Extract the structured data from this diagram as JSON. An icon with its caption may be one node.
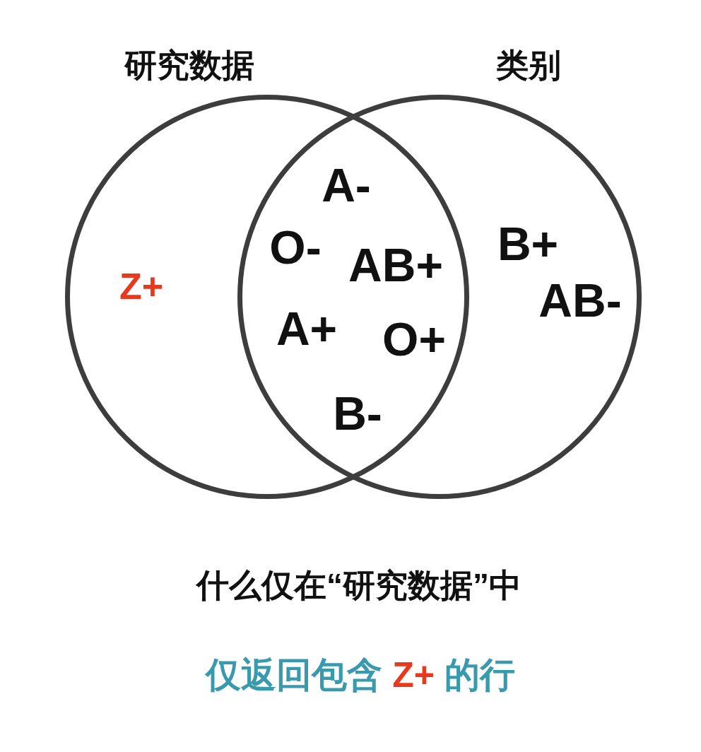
{
  "diagram": {
    "nodes": [
      {
        "text": [
          "研究数据"
        ]
      },
      {
        "text": [
          "类别"
        ]
      }
    ],
    "labels": [
      "Z+",
      "A-",
      "O-",
      "AB+",
      "A+",
      "O+",
      "B-",
      "B+",
      "AB-",
      "什么仅在“研究数据”中",
      "仅返回包含 **Z+** 的行"
    ]
  }
}
